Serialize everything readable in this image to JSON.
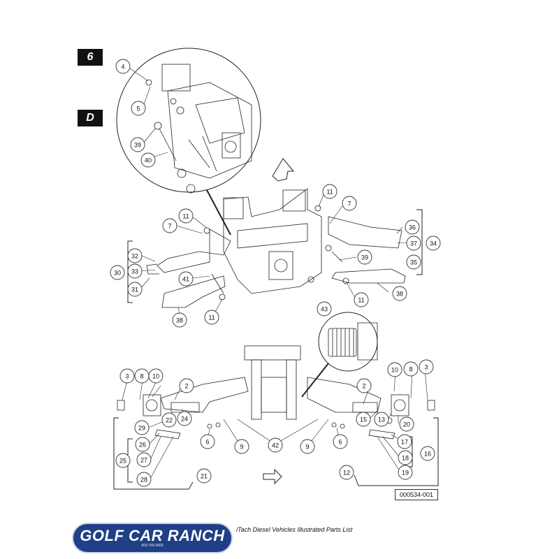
{
  "tabs": {
    "section": "6",
    "letter": "D"
  },
  "figure_code": "000534-001",
  "logo": {
    "main": "GOLF CAR RANCH",
    "phone": "903-769-3600"
  },
  "footer_title": "iTach Diesel Vehicles Illustrated Parts List",
  "callouts": [
    {
      "n": "4"
    },
    {
      "n": "5"
    },
    {
      "n": "39"
    },
    {
      "n": "40"
    },
    {
      "n": "11"
    },
    {
      "n": "7"
    },
    {
      "n": "11"
    },
    {
      "n": "7"
    },
    {
      "n": "36"
    },
    {
      "n": "37"
    },
    {
      "n": "34"
    },
    {
      "n": "35"
    },
    {
      "n": "32"
    },
    {
      "n": "33"
    },
    {
      "n": "30"
    },
    {
      "n": "31"
    },
    {
      "n": "41"
    },
    {
      "n": "39"
    },
    {
      "n": "38"
    },
    {
      "n": "11"
    },
    {
      "n": "38"
    },
    {
      "n": "11"
    },
    {
      "n": "43"
    },
    {
      "n": "3"
    },
    {
      "n": "8"
    },
    {
      "n": "10"
    },
    {
      "n": "2"
    },
    {
      "n": "22"
    },
    {
      "n": "24"
    },
    {
      "n": "29"
    },
    {
      "n": "26"
    },
    {
      "n": "27"
    },
    {
      "n": "25"
    },
    {
      "n": "28"
    },
    {
      "n": "21"
    },
    {
      "n": "6"
    },
    {
      "n": "9"
    },
    {
      "n": "42"
    },
    {
      "n": "9"
    },
    {
      "n": "6"
    },
    {
      "n": "2"
    },
    {
      "n": "10"
    },
    {
      "n": "8"
    },
    {
      "n": "3"
    },
    {
      "n": "15"
    },
    {
      "n": "13"
    },
    {
      "n": "20"
    },
    {
      "n": "17"
    },
    {
      "n": "16"
    },
    {
      "n": "18"
    },
    {
      "n": "19"
    },
    {
      "n": "12"
    }
  ]
}
